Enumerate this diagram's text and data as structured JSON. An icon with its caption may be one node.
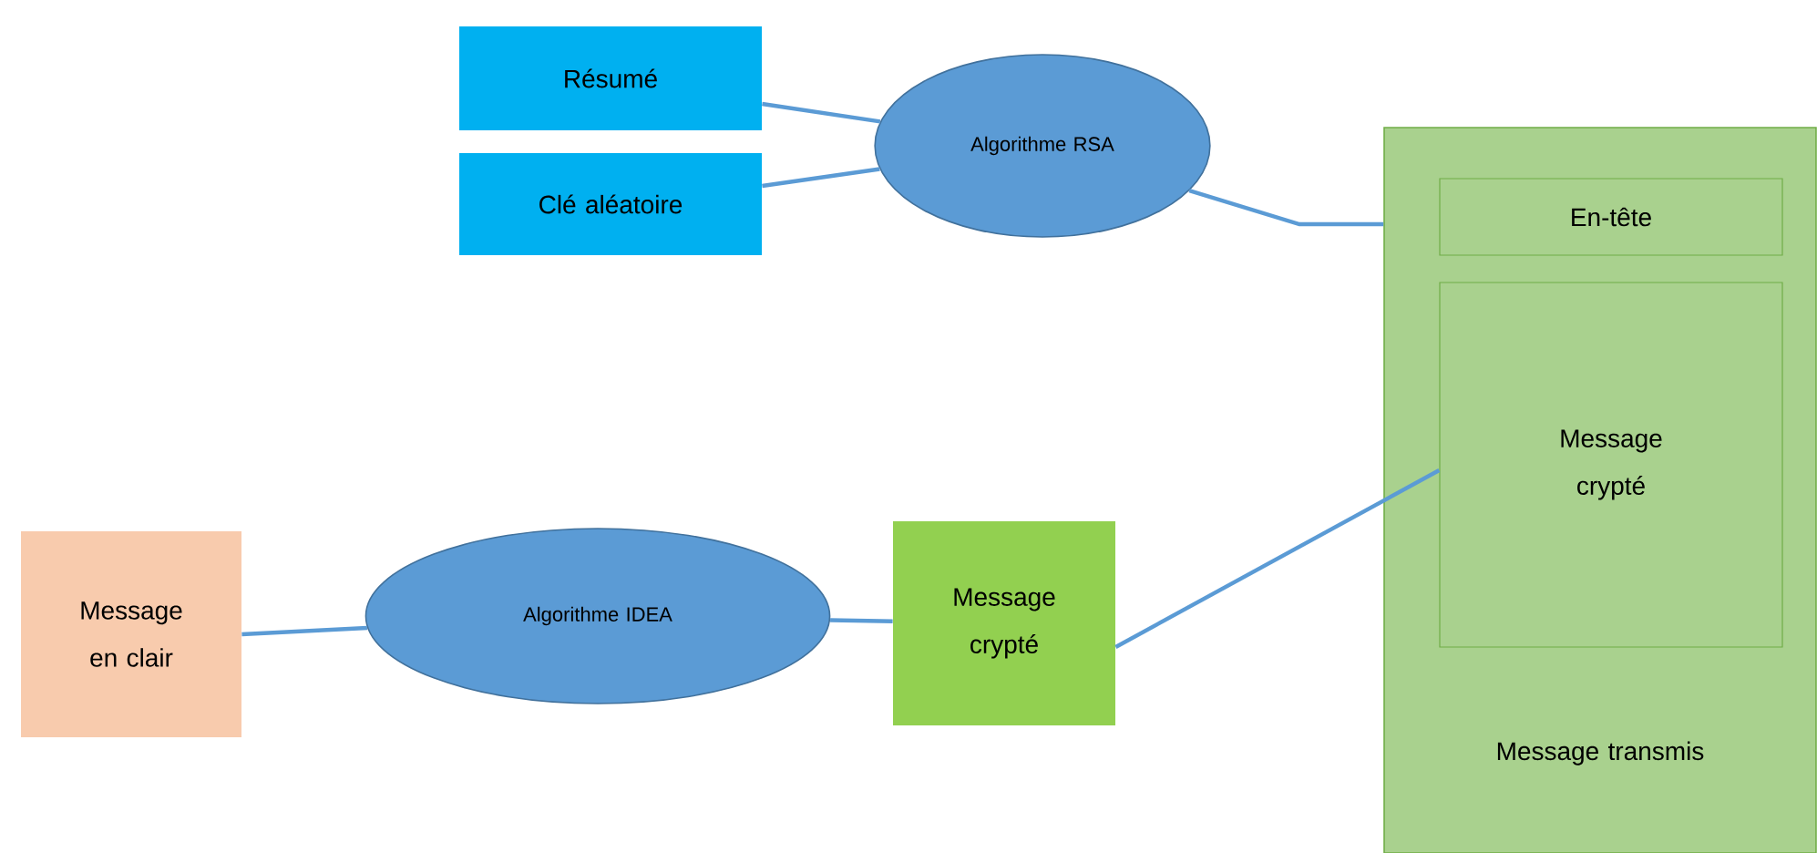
{
  "diagram": {
    "nodes": [
      {
        "text": [
          "Résumé"
        ]
      },
      {
        "text": [
          "Clé aléatoire"
        ]
      },
      {
        "text": [
          "Algorithme RSA"
        ]
      },
      {
        "text": [
          "Message transmis"
        ]
      },
      {
        "text": [
          "En-tête"
        ],
        "in": 3
      },
      {
        "text": [
          "Message crypté"
        ],
        "in": 3
      },
      {
        "text": [
          "Message en clair"
        ]
      },
      {
        "text": [
          "Algorithme IDEA"
        ]
      },
      {
        "text": [
          "Message crypté"
        ]
      }
    ],
    "edges": [
      {
        "from": 0,
        "to": 2,
        "arrow": "none"
      },
      {
        "from": 1,
        "to": 2,
        "arrow": "none"
      },
      {
        "from": 2,
        "to": 3,
        "arrow": "none"
      },
      {
        "from": 6,
        "to": 7,
        "arrow": "none"
      },
      {
        "from": 7,
        "to": 8,
        "arrow": "none"
      },
      {
        "from": 8,
        "to": 5,
        "arrow": "none"
      }
    ]
  }
}
